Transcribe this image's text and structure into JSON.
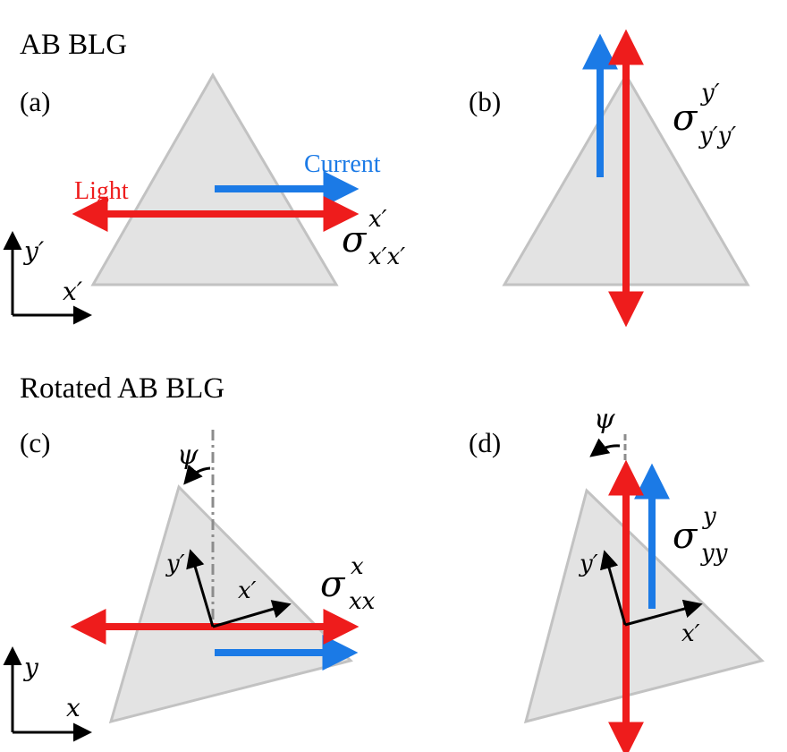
{
  "titles": {
    "top": "AB BLG",
    "bottom": "Rotated AB BLG"
  },
  "panels": {
    "a": {
      "label": "(a)",
      "light_label": "Light",
      "current_label": "Current",
      "sigma": "σ",
      "sigma_sup": "x′",
      "sigma_sub": "x′x′",
      "axis_x": "x′",
      "axis_y": "y′"
    },
    "b": {
      "label": "(b)",
      "sigma": "σ",
      "sigma_sup": "y′",
      "sigma_sub": "y′y′"
    },
    "c": {
      "label": "(c)",
      "angle": "ψ",
      "local_x": "x′",
      "local_y": "y′",
      "sigma": "σ",
      "sigma_sup": "x",
      "sigma_sub": "xx",
      "axis_x": "x",
      "axis_y": "y"
    },
    "d": {
      "label": "(d)",
      "angle": "ψ",
      "local_x": "x′",
      "local_y": "y′",
      "sigma": "σ",
      "sigma_sup": "y",
      "sigma_sub": "yy"
    }
  },
  "colors": {
    "light": "#ee1c1c",
    "current": "#1b7ae6",
    "triangle_fill": "#e3e3e3",
    "triangle_edge": "#c2c2c2",
    "axis": "#000000",
    "guide": "#8c8c8c"
  }
}
